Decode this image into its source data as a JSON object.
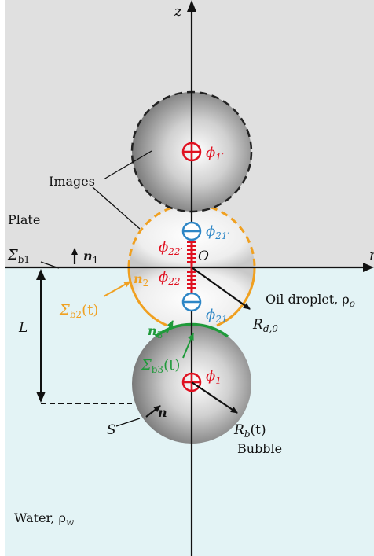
{
  "axes": {
    "z_label": "z",
    "r_label": "r",
    "origin_label": "O"
  },
  "regions": {
    "plate_label": "Plate",
    "water_label": "Water, ρ",
    "water_sub": "w"
  },
  "labels": {
    "images": "Images",
    "oil_droplet": "Oil droplet, ρ",
    "oil_sub": "o",
    "bubble": "Bubble",
    "S": "S",
    "L": "L",
    "n": "n",
    "n1": "n",
    "n1_sub": "1",
    "n2": "n",
    "n2_sub": "2",
    "n3": "n",
    "n3_sub": "3",
    "sigma_b1": "Σ",
    "sigma_b1_sub": "b1",
    "sigma_b2": "Σ",
    "sigma_b2_sub": "b2",
    "sigma_b2_arg": "(t)",
    "sigma_b3": "Σ",
    "sigma_b3_sub": "b3",
    "sigma_b3_arg": "(t)",
    "Rd0": "R",
    "Rd0_sub": "d,0",
    "Rb": "R",
    "Rb_sub": "b",
    "Rb_arg": "(t)"
  },
  "potentials": {
    "phi1p": "ϕ",
    "phi1p_sub": "1′",
    "phi21p": "ϕ",
    "phi21p_sub": "21′",
    "phi22p": "ϕ",
    "phi22p_sub": "22′",
    "phi22": "ϕ",
    "phi22_sub": "22",
    "phi21": "ϕ",
    "phi21_sub": "21",
    "phi1": "ϕ",
    "phi1_sub": "1"
  },
  "colors": {
    "plate_bg": "#e0e0e0",
    "water_bg": "#e3f3f5",
    "orange": "#f0a020",
    "green": "#1f9a3a",
    "red": "#e01020",
    "blue": "#2d86c6",
    "black": "#111111"
  }
}
